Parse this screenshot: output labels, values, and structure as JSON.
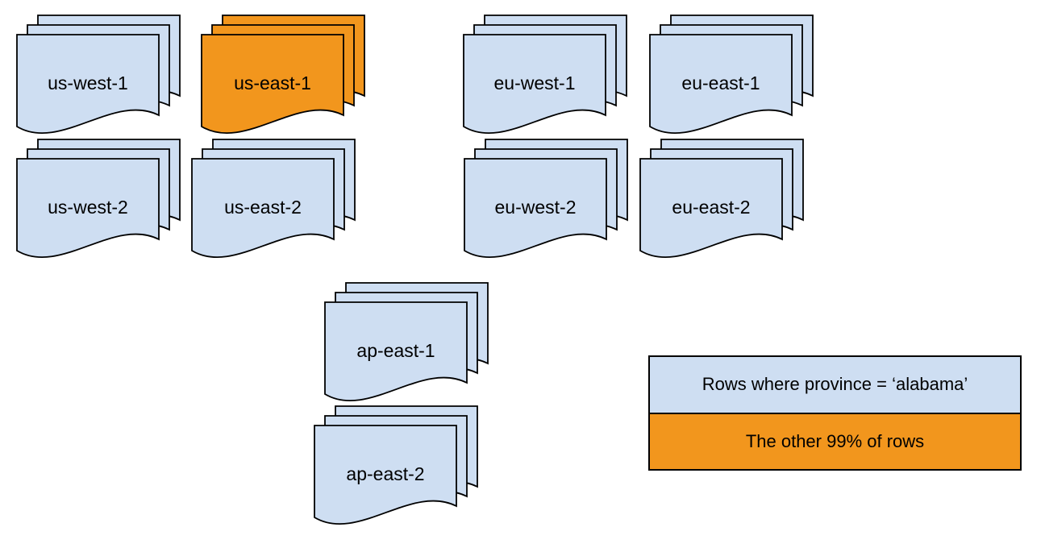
{
  "colors": {
    "document_blue": "#CEDEF2",
    "highlight_orange": "#F2961D",
    "outline": "#000000",
    "background": "#FFFFFF"
  },
  "stacks": [
    {
      "label": "us-west-1",
      "fill": "#CEDEF2"
    },
    {
      "label": "us-east-1",
      "fill": "#F2961D"
    },
    {
      "label": "eu-west-1",
      "fill": "#CEDEF2"
    },
    {
      "label": "eu-east-1",
      "fill": "#CEDEF2"
    },
    {
      "label": "us-west-2",
      "fill": "#CEDEF2"
    },
    {
      "label": "us-east-2",
      "fill": "#CEDEF2"
    },
    {
      "label": "eu-west-2",
      "fill": "#CEDEF2"
    },
    {
      "label": "eu-east-2",
      "fill": "#CEDEF2"
    },
    {
      "label": "ap-east-1",
      "fill": "#CEDEF2"
    },
    {
      "label": "ap-east-2",
      "fill": "#CEDEF2"
    }
  ],
  "legend": {
    "items": [
      {
        "label": "Rows where province = ‘alabama’",
        "fill": "#CEDEF2"
      },
      {
        "label": "The other 99% of rows",
        "fill": "#F2961D"
      }
    ]
  }
}
